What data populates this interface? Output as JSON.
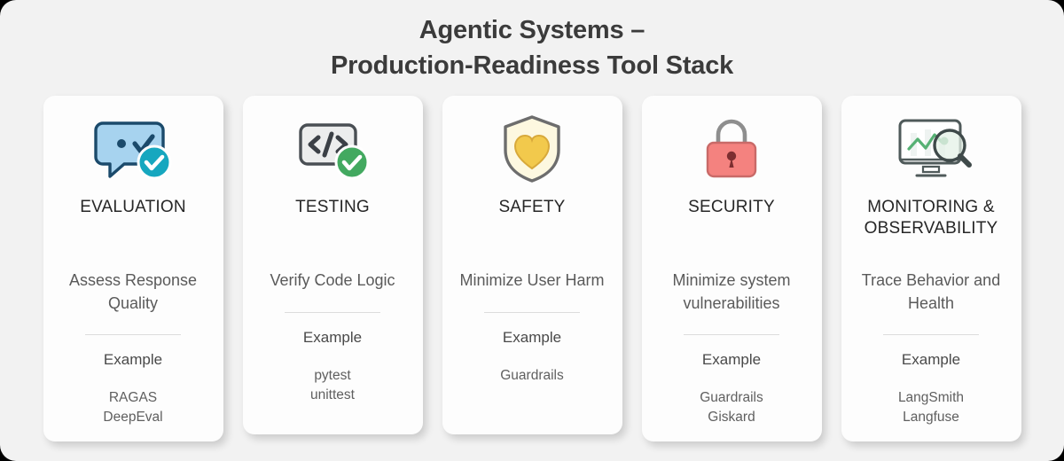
{
  "header": {
    "title_line1": "Agentic Systems –",
    "title_line2": "Production-Readiness Tool Stack",
    "title_color": "#3b3b3b"
  },
  "theme": {
    "page_background": "#f2f2f2",
    "card_background": "#fdfdfd",
    "divider_color": "#dcdcdc",
    "title_text_color": "#262626",
    "body_text_color": "#5a5a5a"
  },
  "cards": [
    {
      "id": "evaluation",
      "icon": "chat-bubble-check-icon",
      "icon_colors": {
        "primary": "#a7d3ef",
        "stroke": "#1b4a6b",
        "badge": "#16a7bf"
      },
      "title": "EVALUATION",
      "title_line2": "",
      "description": "Assess Response Quality",
      "example_label": "Example",
      "examples": [
        "RAGAS",
        "DeepEval"
      ]
    },
    {
      "id": "testing",
      "icon": "code-window-check-icon",
      "icon_colors": {
        "primary": "#eceded",
        "stroke": "#4a4f54",
        "badge": "#43a960"
      },
      "title": "TESTING",
      "title_line2": "",
      "description": "Verify Code Logic",
      "example_label": "Example",
      "examples": [
        "pytest",
        "unittest"
      ]
    },
    {
      "id": "safety",
      "icon": "shield-heart-icon",
      "icon_colors": {
        "primary": "#fdf8e0",
        "stroke": "#6d6d6d",
        "badge": "#f2c94c"
      },
      "title": "SAFETY",
      "title_line2": "",
      "description": "Minimize User Harm",
      "example_label": "Example",
      "examples": [
        "Guardrails"
      ]
    },
    {
      "id": "security",
      "icon": "padlock-icon",
      "icon_colors": {
        "primary": "#f4827f",
        "stroke": "#8c3a3c",
        "badge": "#9a9a9a"
      },
      "title": "SECURITY",
      "title_line2": "",
      "description": "Minimize system vulnerabilities",
      "example_label": "Example",
      "examples": [
        "Guardrails",
        "Giskard"
      ]
    },
    {
      "id": "monitoring-observability",
      "icon": "monitor-chart-magnifier-icon",
      "icon_colors": {
        "primary": "#ffffff",
        "stroke": "#4f5a5a",
        "badge": "#56b174"
      },
      "title": "MONITORING &",
      "title_line2": "OBSERVABILITY",
      "description": "Trace Behavior and Health",
      "example_label": "Example",
      "examples": [
        "LangSmith",
        "Langfuse"
      ]
    }
  ]
}
